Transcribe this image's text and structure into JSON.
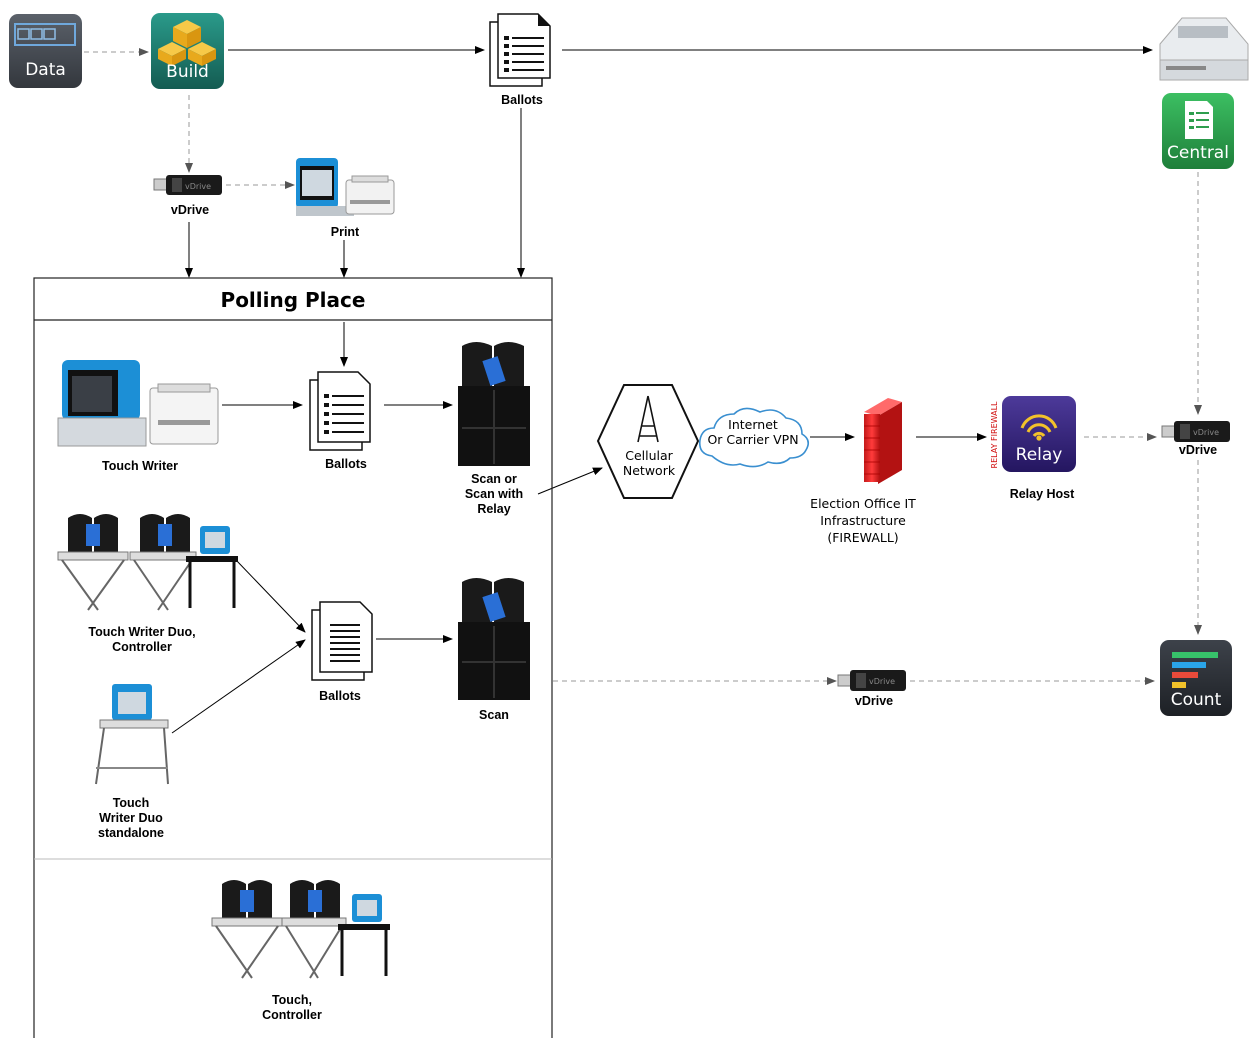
{
  "colors": {
    "data_tile": "#4a4f56",
    "build_tile": "#1f7a6e",
    "central_tile": "#2e9e4e",
    "count_tile": "#2d3138",
    "relay_tile": "#3b2a7a",
    "firewall": "#e32626",
    "arrow": "#000000",
    "dashed": "#9a9a9a",
    "relay_red_text": "#d01010"
  },
  "tiles": {
    "data": "Data",
    "build": "Build",
    "central": "Central",
    "count": "Count",
    "relay": "Relay"
  },
  "icons": {
    "vdrive_text": "vDrive"
  },
  "labels": {
    "ballots_top": "Ballots",
    "vdrive_top": "vDrive",
    "print": "Print",
    "polling_place": "Polling Place",
    "touch_writer": "Touch Writer",
    "ballots_mid": "Ballots",
    "scan_relay": [
      "Scan or",
      "Scan with",
      "Relay"
    ],
    "cellular": [
      "Cellular",
      "Network"
    ],
    "internet": [
      "Internet",
      "Or Carrier VPN"
    ],
    "firewall": [
      "Election Office IT",
      "Infrastructure",
      "(FIREWALL)"
    ],
    "relay_firewall_vertical": "RELAY FIREWALL",
    "relay_host": "Relay Host",
    "vdrive_right": "vDrive",
    "twd_controller": [
      "Touch Writer Duo,",
      "Controller"
    ],
    "ballots_low": "Ballots",
    "scan": "Scan",
    "vdrive_bottom": "vDrive",
    "twd_standalone": [
      "Touch",
      "Writer Duo",
      "standalone"
    ],
    "touch_controller": [
      "Touch,",
      "Controller"
    ]
  }
}
